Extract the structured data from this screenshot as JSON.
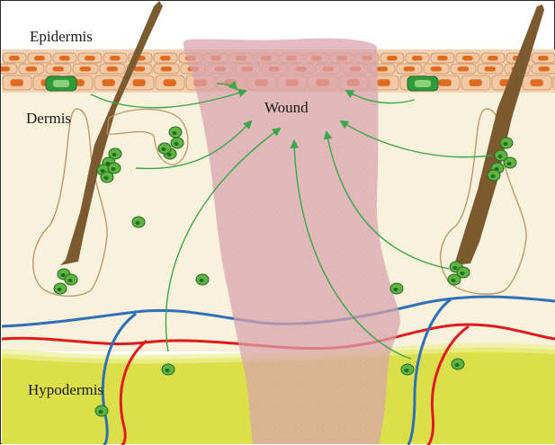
{
  "labels": {
    "epidermis": "Epidermis",
    "dermis": "Dermis",
    "wound": "Wound",
    "hypodermis": "Hypodermis"
  },
  "colors": {
    "dermis": "#f8f1dc",
    "epidermis_cells": "#f2c9a4",
    "cell_nucleus": "#e06a1e",
    "hypodermis": "#dbe04a",
    "wound": "#d9a4ad",
    "hair": "#7a5a2e",
    "stem_cell": "#5fb33f",
    "artery": "#e11b1b",
    "vein": "#2f6fb7",
    "arrow": "#3aa64c"
  },
  "icons": {
    "stem_cell": "green-stem-cell-icon",
    "migration_arrow": "migration-arrow-icon"
  }
}
